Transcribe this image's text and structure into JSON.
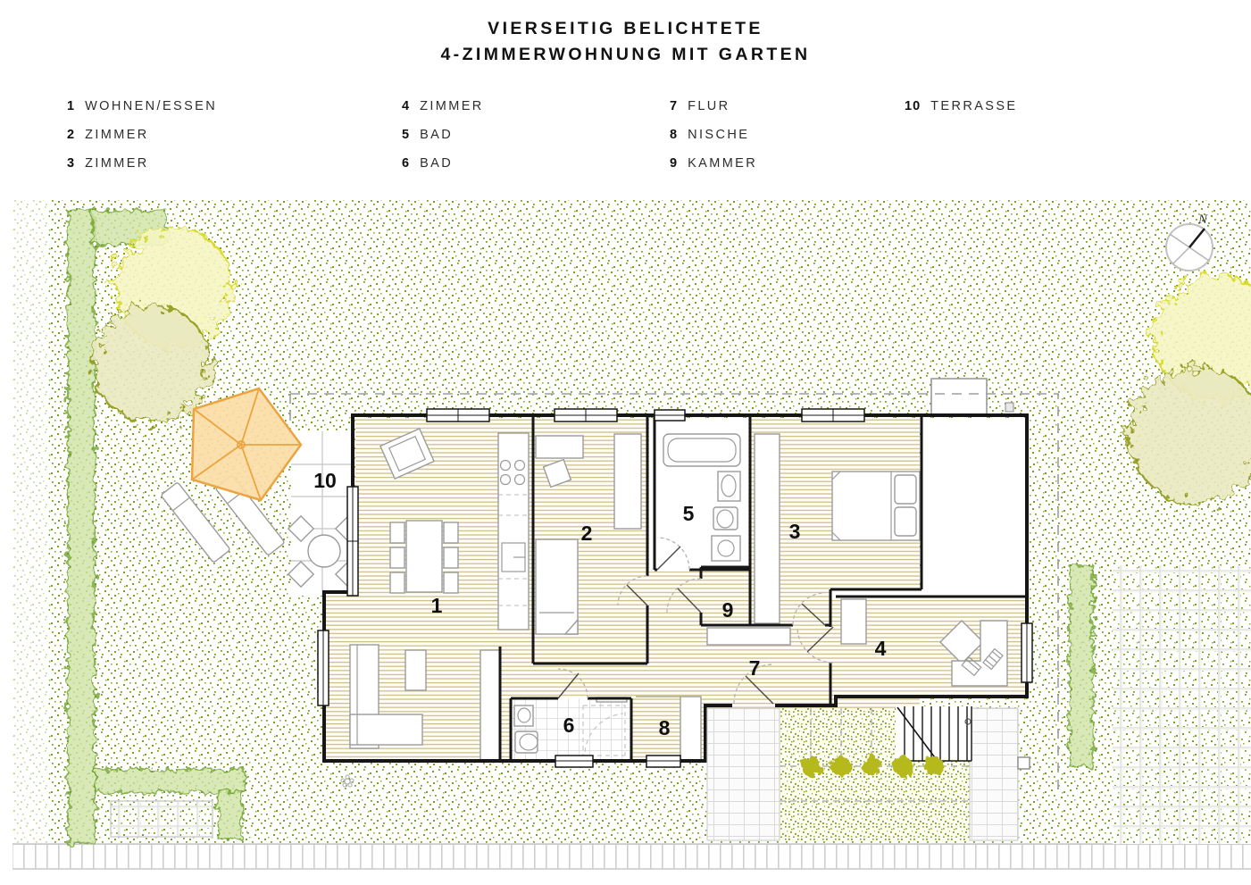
{
  "title": {
    "line1": "VIERSEITIG BELICHTETE",
    "line2": "4-ZIMMERWOHNUNG MIT GARTEN"
  },
  "legend": {
    "items": [
      {
        "number": "1",
        "label": "WOHNEN/ESSEN"
      },
      {
        "number": "2",
        "label": "ZIMMER"
      },
      {
        "number": "3",
        "label": "ZIMMER"
      },
      {
        "number": "4",
        "label": "ZIMMER"
      },
      {
        "number": "5",
        "label": "BAD"
      },
      {
        "number": "6",
        "label": "BAD"
      },
      {
        "number": "7",
        "label": "FLUR"
      },
      {
        "number": "8",
        "label": "NISCHE"
      },
      {
        "number": "9",
        "label": "KAMMER"
      },
      {
        "number": "10",
        "label": "TERRASSE"
      }
    ]
  },
  "compass": {
    "label": "N"
  },
  "colors": {
    "stipple_green": "#76a21f",
    "stipple_light": "#a3b82e",
    "hedge_fill": "#cfe3a5",
    "hedge_stroke": "#6fa32c",
    "tree_yellow": "#d9d920",
    "tree_olive": "#8f9a1a",
    "umbrella_fill": "#fbdca6",
    "umbrella_stroke": "#eca440",
    "floor_line": "#cdbf8a",
    "wall": "#161616",
    "bush": "#b6b91f"
  }
}
